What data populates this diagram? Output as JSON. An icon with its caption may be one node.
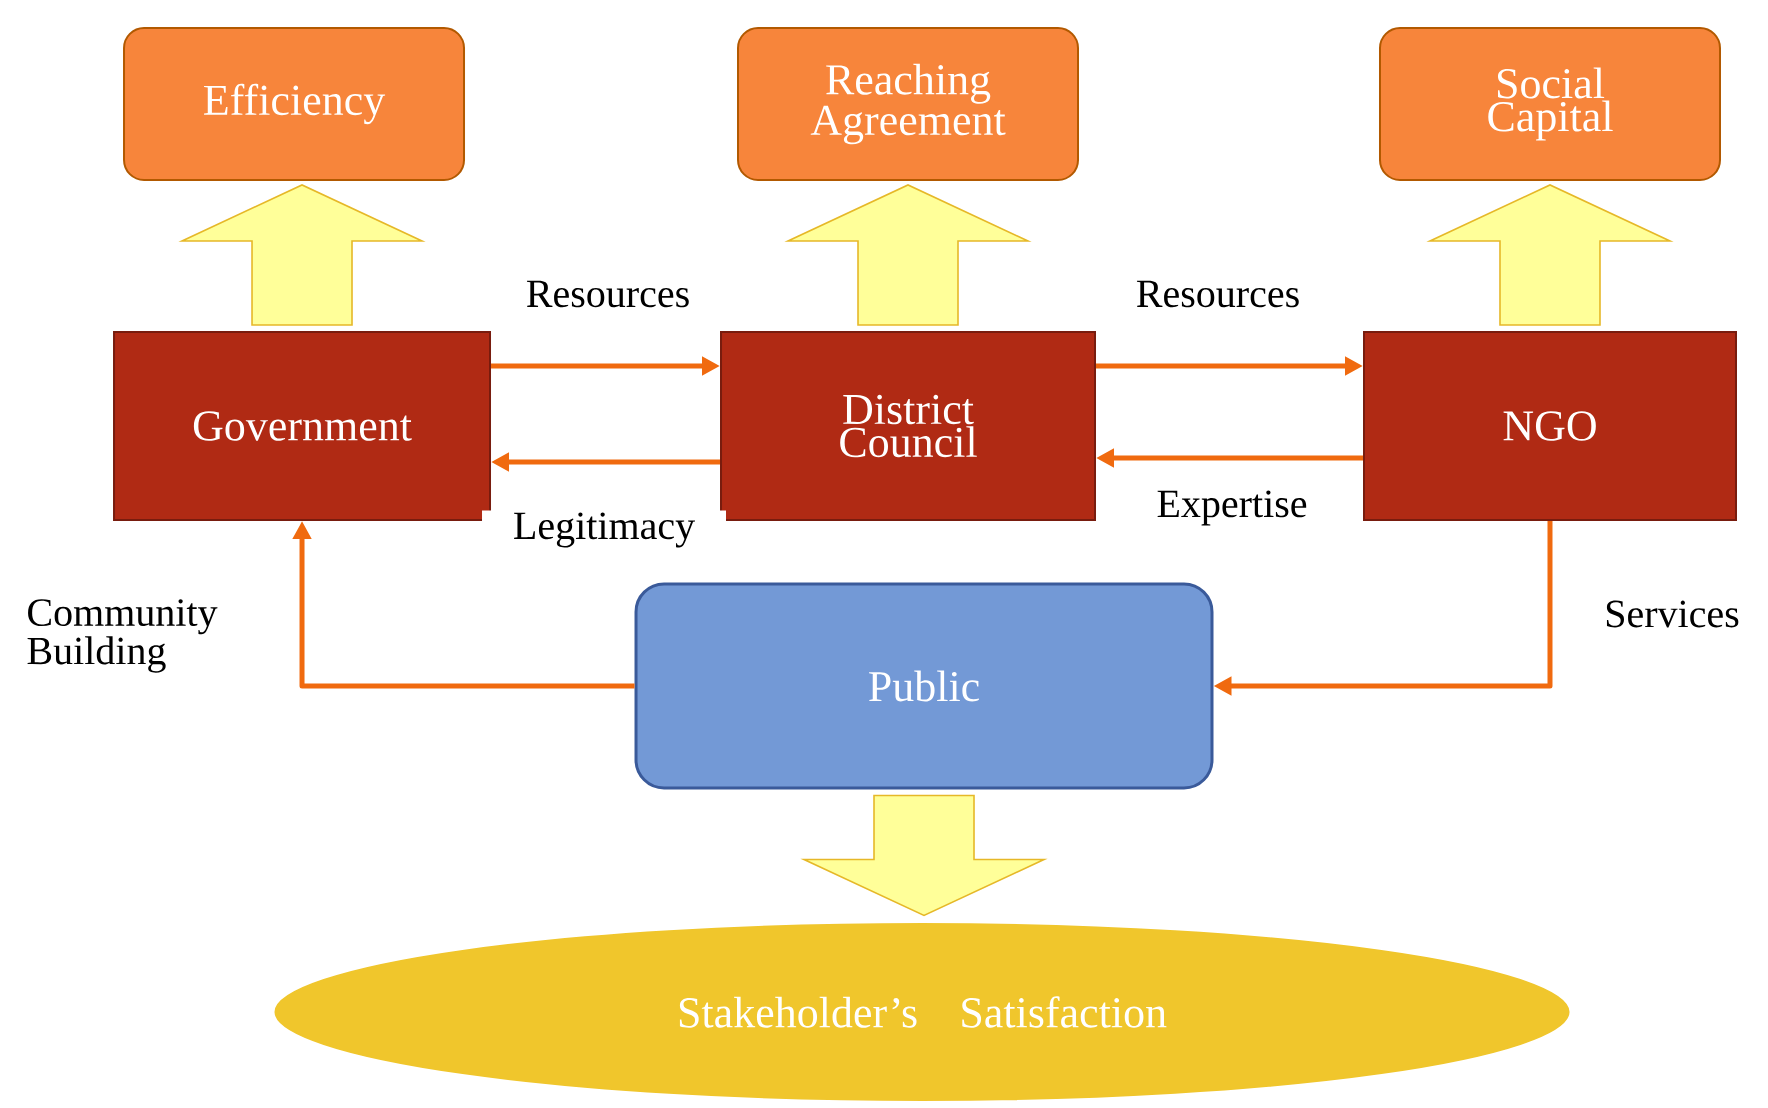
{
  "diagram": {
    "nodes": [
      {
        "text": [
          "Efficiency"
        ]
      },
      {
        "text": [
          "Reaching Agreement"
        ]
      },
      {
        "text": [
          "Social Capital"
        ]
      },
      {
        "text": [
          "Government"
        ]
      },
      {
        "text": [
          "District Council"
        ]
      },
      {
        "text": [
          "NGO"
        ]
      },
      {
        "text": [
          "Public"
        ]
      },
      {
        "text": [
          "Stakeholder’s Satisfaction"
        ]
      }
    ],
    "edges": [
      {
        "from": 3,
        "to": 0,
        "arrow": "to",
        "style": "thick",
        "color": "#ffff99"
      },
      {
        "from": 4,
        "to": 1,
        "arrow": "to",
        "style": "thick",
        "color": "#ffff99"
      },
      {
        "from": 5,
        "to": 2,
        "arrow": "to",
        "style": "thick",
        "color": "#ffff99"
      },
      {
        "from": 3,
        "to": 4,
        "arrow": "to",
        "label": "Resources"
      },
      {
        "from": 4,
        "to": 5,
        "arrow": "to",
        "label": "Resources"
      },
      {
        "from": 5,
        "to": 4,
        "arrow": "to",
        "label": "Expertise"
      },
      {
        "from": 4,
        "to": 3,
        "arrow": "to",
        "label": "Legitimacy"
      },
      {
        "from": 6,
        "to": 3,
        "arrow": "to",
        "label": "Community Building"
      },
      {
        "from": 5,
        "to": 6,
        "arrow": "to",
        "label": "Services"
      },
      {
        "from": 6,
        "to": 7,
        "arrow": "to",
        "style": "thick",
        "color": "#ffff99"
      }
    ]
  }
}
